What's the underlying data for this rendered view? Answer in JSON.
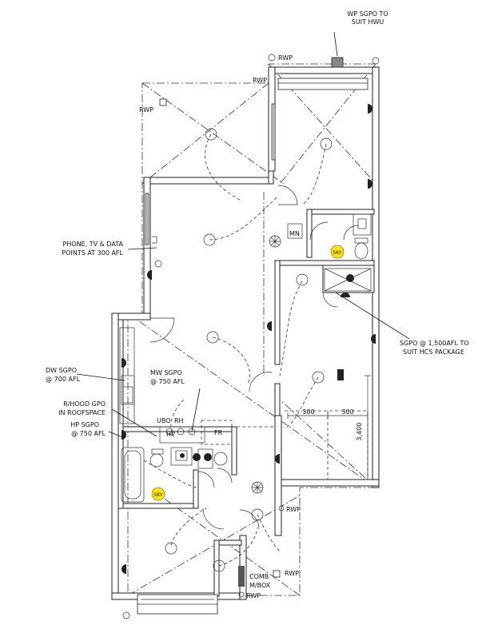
{
  "labels": {
    "wp_sgpo": [
      "WP SGPO TO",
      "SUIT HWU"
    ],
    "phone_tv": [
      "PHONE, TV & DATA",
      "POINTS AT 300 AFL"
    ],
    "dw_sgpo": [
      "DW SGPO",
      "@ 700 AFL"
    ],
    "rhood": [
      "R/HOOD GPO",
      "IN ROOFSPACE"
    ],
    "hp_sgpo": [
      "HP SGPO",
      "@ 750 AFL"
    ],
    "mw_sgpo": [
      "MW SGPO",
      "@ 750 AFL"
    ],
    "sgpo_hcs": [
      "SGPO @ 1,500AFL TO",
      "SUIT HCS PACKAGE"
    ],
    "comb": [
      "COMB",
      "M/BOX"
    ],
    "rwp": "RWP",
    "uboo": "UBO",
    "rh": "RH",
    "hp": "HP",
    "fr": "FR",
    "mn": "MN",
    "sky": "SKY"
  },
  "dimensions": {
    "d300_a": "300",
    "d300_b": "300",
    "d3400": "3,400"
  }
}
